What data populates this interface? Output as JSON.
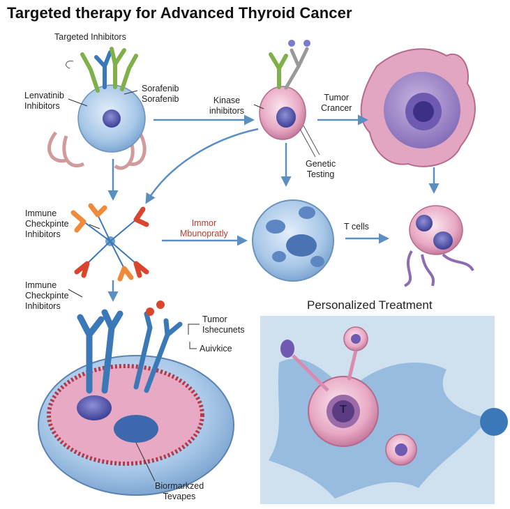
{
  "title": "Targeted therapy for Advanced Thyroid Cancer",
  "labels": {
    "targeted_inhibitors": "Targeted Inhibitors",
    "lenvatinib": "Lenvatinib\nInhibitors",
    "sorafenib": "Sorafenib\nSorafenib",
    "kinase": "Kinase\ninhibitors",
    "tumor_cancer": "Tumor\nCrancer",
    "genetic_testing": "Genetic\nTesting",
    "immune_checkpoint_1": "Immune\nCheckpinte\nInhibitors",
    "immor": "Immor\nMbunopratly",
    "t_cells": "T cells",
    "immune_checkpoint_2": "Immune\nCheckpinte\nInhibitors",
    "tumor_ishecunets": "Tumor\nIshecunets",
    "auivkice": "Auivkice",
    "personalized": "Personalized Treatment",
    "biomarker": "Biormarkzed\nTevapes",
    "t_letter": "T"
  },
  "colors": {
    "arrow": "#5b8fc4",
    "cell_blue": "#a9c8e8",
    "cell_pink": "#e8a9c4",
    "panel_bg": "#cfe0ef",
    "receptor_green": "#7fb04a",
    "receptor_blue": "#3b78b8",
    "receptor_red": "#d9452e",
    "receptor_orange": "#ee8a3a"
  }
}
